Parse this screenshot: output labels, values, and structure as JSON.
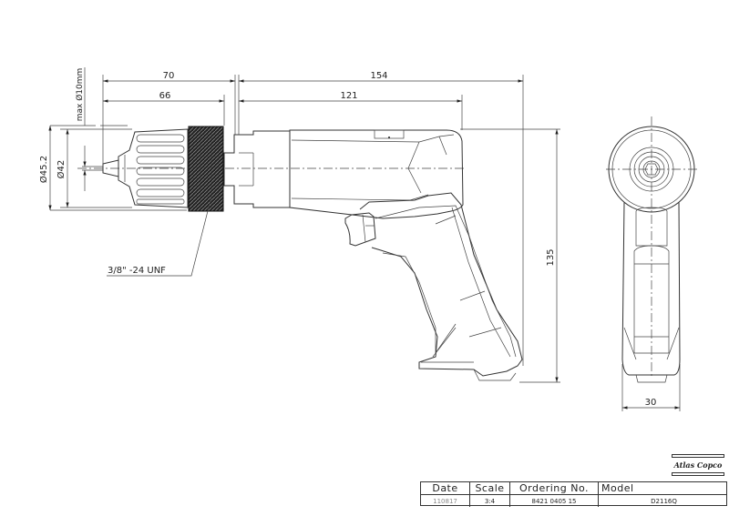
{
  "drawing": {
    "subject": "pneumatic pistol-grip drill",
    "dimensions": {
      "overall_chuck_length": "70",
      "chuck_length": "66",
      "overall_length": "154",
      "body_length": "121",
      "height": "135",
      "width": "30",
      "chuck_outer_diameter": "Ø45.2",
      "chuck_diameter": "Ø42",
      "max_bit": "max Ø10mm"
    },
    "annotations": {
      "thread": "3/8\" -24 UNF"
    }
  },
  "logo": {
    "text": "Atlas Copco"
  },
  "title_block": {
    "headers": [
      "Date",
      "Scale",
      "Ordering No.",
      "Model"
    ],
    "values": [
      "110817",
      "3:4",
      "8421 0405 15",
      "D2116Q"
    ]
  }
}
